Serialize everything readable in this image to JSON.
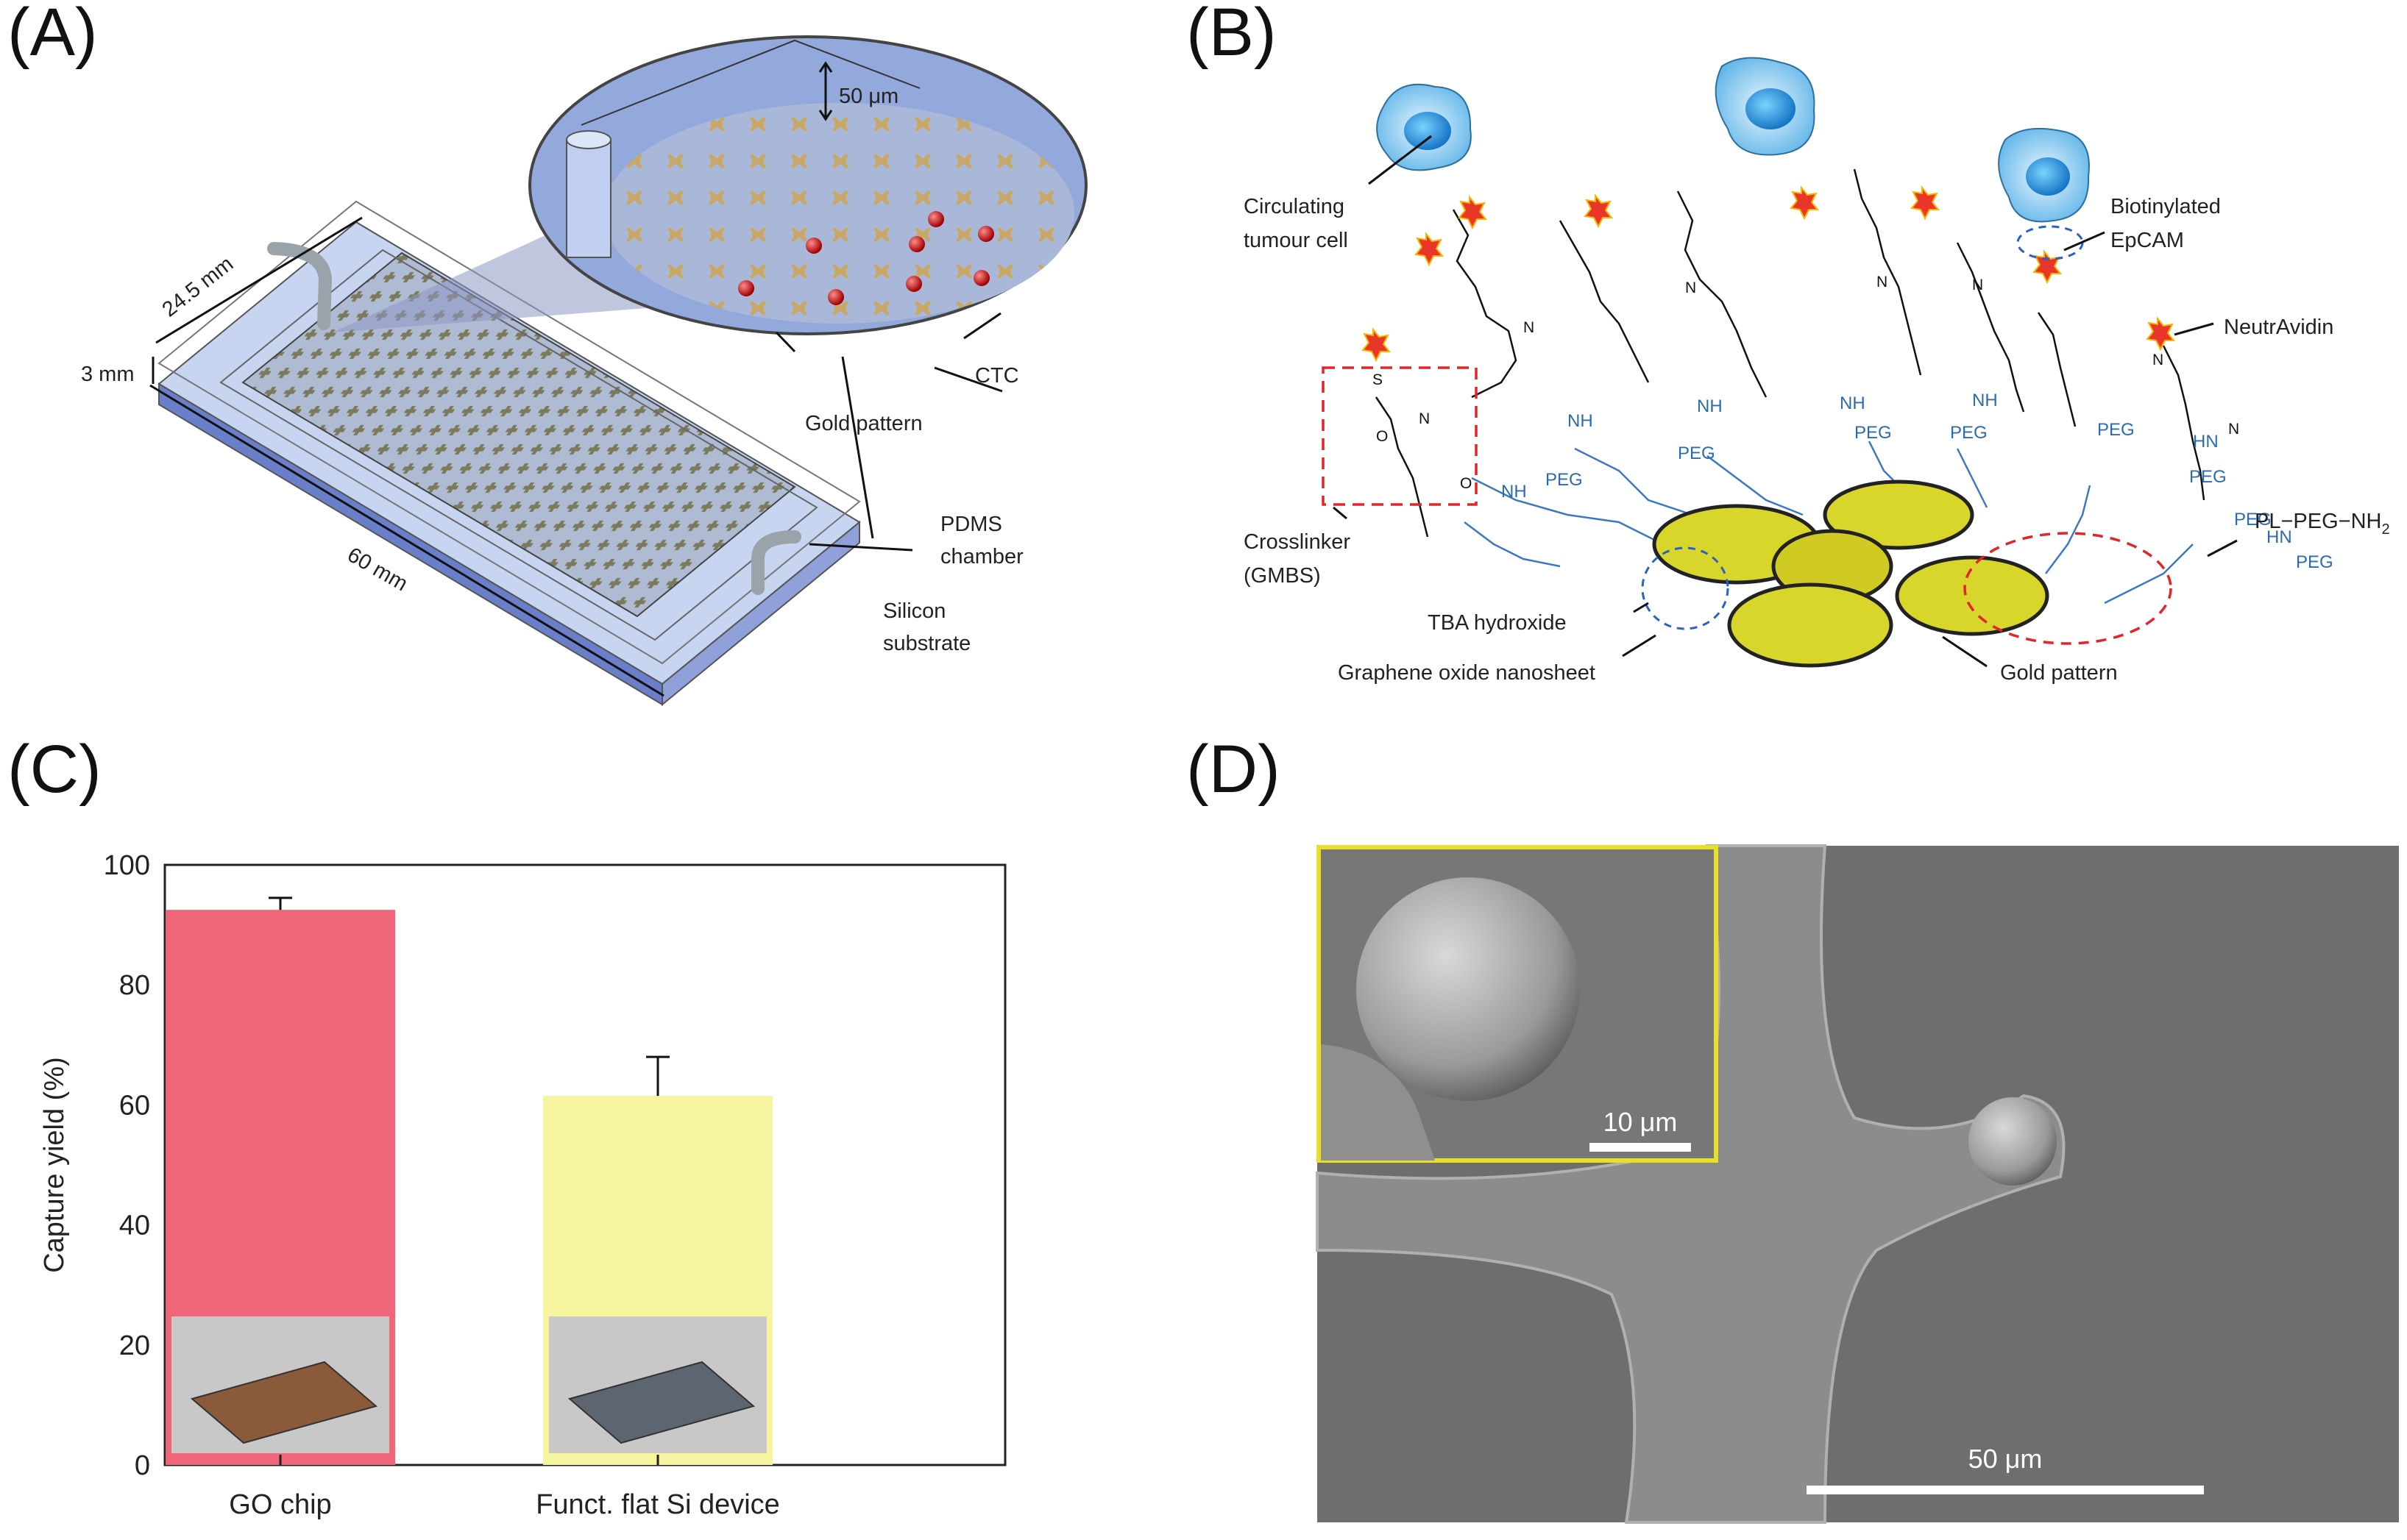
{
  "panels": {
    "a": {
      "letter": "(A)",
      "labels": {
        "height_50": "50 μm",
        "width_24": "24.5 mm",
        "thickness_3": "3 mm",
        "length_60": "60 mm",
        "ctc": "CTC",
        "gold_pattern": "Gold pattern",
        "pdms_1": "PDMS",
        "pdms_2": "chamber",
        "silicon_1": "Silicon",
        "silicon_2": "substrate"
      }
    },
    "b": {
      "letter": "(B)",
      "labels": {
        "circulating_1": "Circulating",
        "circulating_2": "tumour cell",
        "biotin_1": "Biotinylated",
        "biotin_2": "EpCAM",
        "neutravidin": "NeutrAvidin",
        "crosslinker_1": "Crosslinker",
        "crosslinker_2": "(GMBS)",
        "pl_peg": "PL−PEG−NH",
        "pl_peg_sub": "2",
        "tba": "TBA hydroxide",
        "graphene": "Graphene oxide nanosheet",
        "gold_pattern": "Gold pattern",
        "peg": "PEG",
        "nh": "NH",
        "hn": "HN",
        "n": "N",
        "o": "O",
        "s": "S"
      }
    },
    "c": {
      "letter": "(C)"
    },
    "d": {
      "letter": "(D)",
      "labels": {
        "inset_scale": "10 μm",
        "main_scale": "50 μm"
      }
    }
  },
  "chart_data": {
    "type": "bar",
    "categories": [
      "GO chip",
      "Funct. flat Si device"
    ],
    "values": [
      92.5,
      61.5
    ],
    "errors": [
      2.0,
      6.5
    ],
    "colors": [
      "#ee6677",
      "#f6f49e"
    ],
    "ylabel": "Capture yield (%)",
    "xlabel": "",
    "ylim": [
      0,
      100
    ],
    "yticks": [
      0,
      20,
      40,
      60,
      80,
      100
    ],
    "grid": false
  }
}
